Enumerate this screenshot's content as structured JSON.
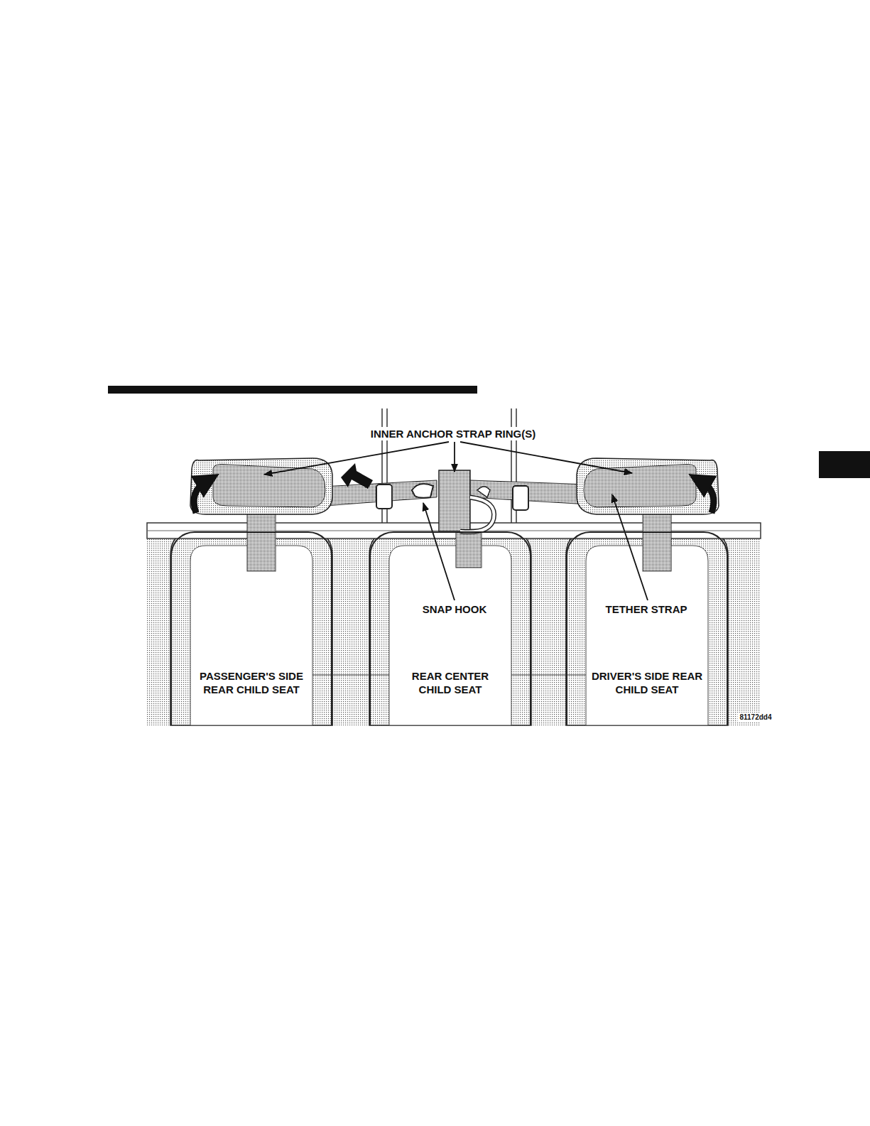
{
  "diagram": {
    "nodes": [
      {
        "text": [
          "PASSENGER'S SIDE REAR CHILD SEAT"
        ]
      },
      {
        "text": [
          "REAR CENTER CHILD SEAT"
        ]
      },
      {
        "text": [
          "DRIVER'S SIDE REAR CHILD SEAT"
        ]
      }
    ],
    "labels": [
      "INNER ANCHOR STRAP RING(S)",
      "SNAP HOOK",
      "TETHER STRAP",
      "81172dd4"
    ]
  }
}
